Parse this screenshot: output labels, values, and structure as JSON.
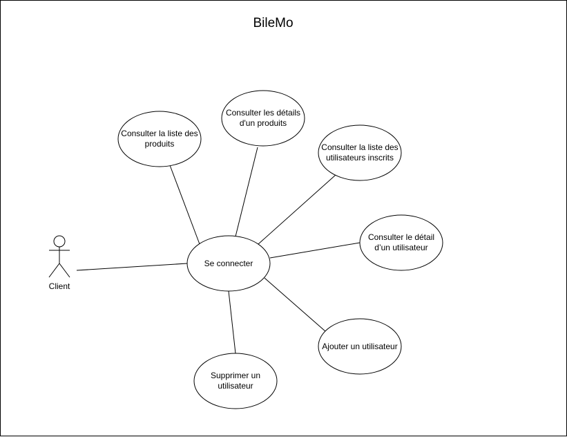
{
  "title": "BileMo",
  "actor": {
    "name": "Client"
  },
  "use_cases": {
    "center": "Se connecter",
    "list_products": "Consulter la liste des\nproduits",
    "product_details": "Consulter les détails\nd'un produits",
    "list_users": "Consulter la liste des\nutilisateurs inscrits",
    "user_detail": "Consulter le détail\nd’un utilisateur",
    "add_user": "Ajouter un utilisateur",
    "delete_user": "Supprimer un\nutilisateur"
  },
  "colors": {
    "stroke": "#000000",
    "fill": "#ffffff",
    "text": "#000000"
  }
}
